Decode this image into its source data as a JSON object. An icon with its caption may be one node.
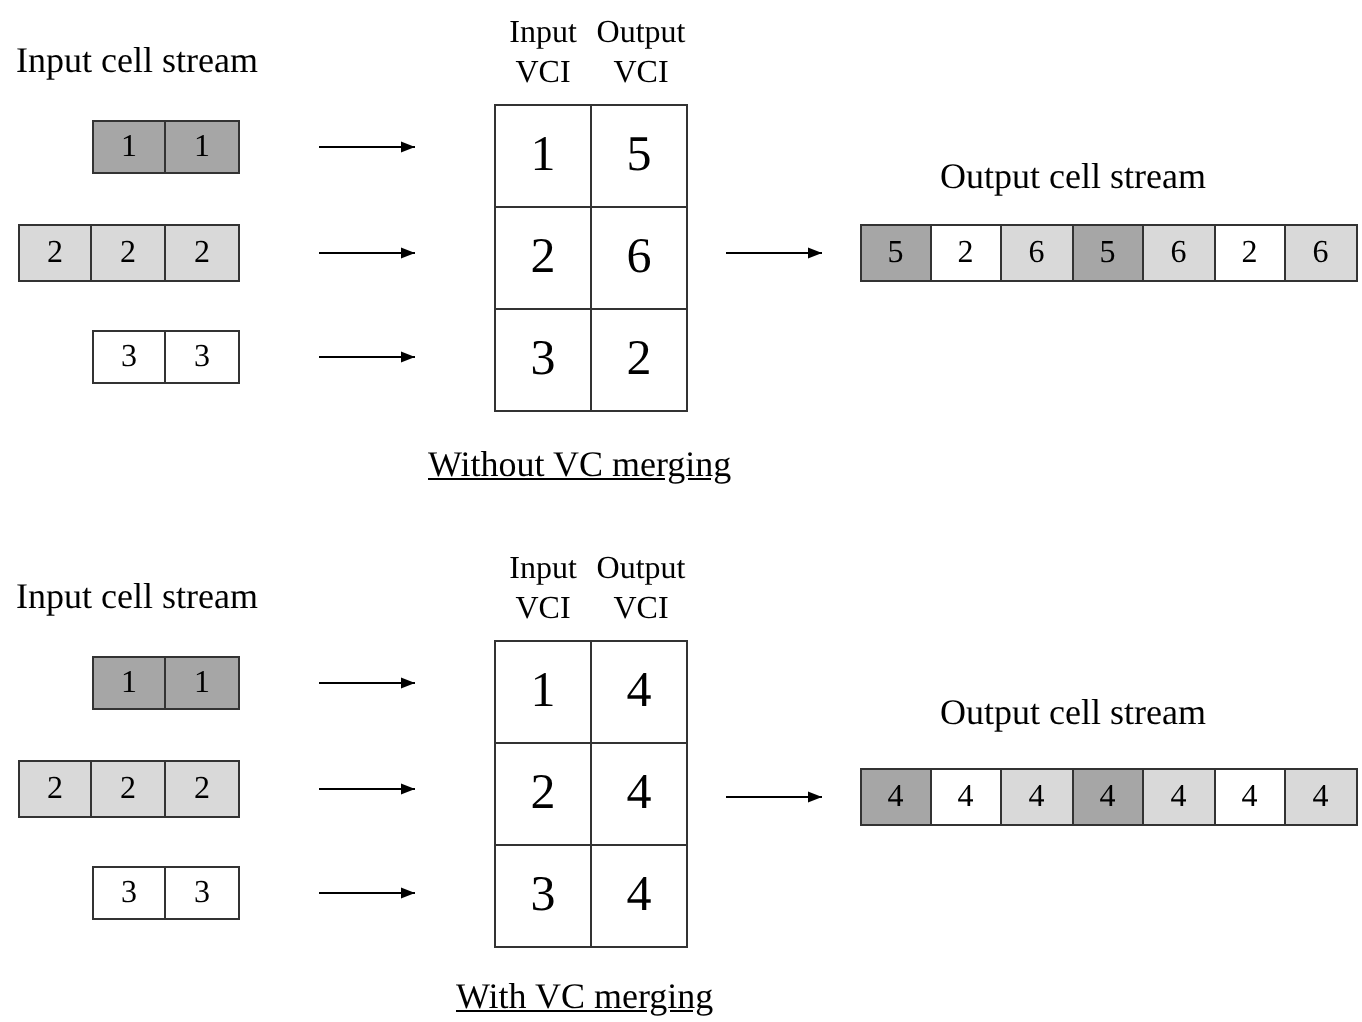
{
  "diagram": {
    "nodes": [
      {
        "text": [
          "1",
          "1"
        ]
      },
      {
        "text": [
          "2",
          "2",
          "2"
        ]
      },
      {
        "text": [
          "3",
          "3"
        ]
      },
      {
        "text": [
          "Input",
          "Output",
          "VCI",
          "VCI",
          "1",
          "5",
          "2",
          "6",
          "3",
          "2"
        ]
      },
      {
        "text": [
          "5",
          "2",
          "6",
          "5",
          "6",
          "2",
          "6"
        ]
      },
      {
        "text": [
          "1",
          "1"
        ]
      },
      {
        "text": [
          "2",
          "2",
          "2"
        ]
      },
      {
        "text": [
          "3",
          "3"
        ]
      },
      {
        "text": [
          "Input",
          "Output",
          "VCI",
          "VCI",
          "1",
          "4",
          "2",
          "4",
          "3",
          "4"
        ]
      },
      {
        "text": [
          "4",
          "4",
          "4",
          "4",
          "4",
          "4",
          "4"
        ]
      }
    ],
    "edges": [
      {
        "from": 0,
        "to": 3,
        "arrow": "to"
      },
      {
        "from": 1,
        "to": 3,
        "arrow": "to"
      },
      {
        "from": 2,
        "to": 3,
        "arrow": "to"
      },
      {
        "from": 3,
        "to": 4,
        "arrow": "to"
      },
      {
        "from": 5,
        "to": 8,
        "arrow": "to"
      },
      {
        "from": 6,
        "to": 8,
        "arrow": "to"
      },
      {
        "from": 7,
        "to": 8,
        "arrow": "to"
      },
      {
        "from": 8,
        "to": 9,
        "arrow": "to"
      }
    ],
    "labels": [
      "Input cell stream",
      "Output cell stream",
      "Without VC merging",
      "Input cell stream",
      "Output cell stream",
      "With VC merging"
    ]
  }
}
